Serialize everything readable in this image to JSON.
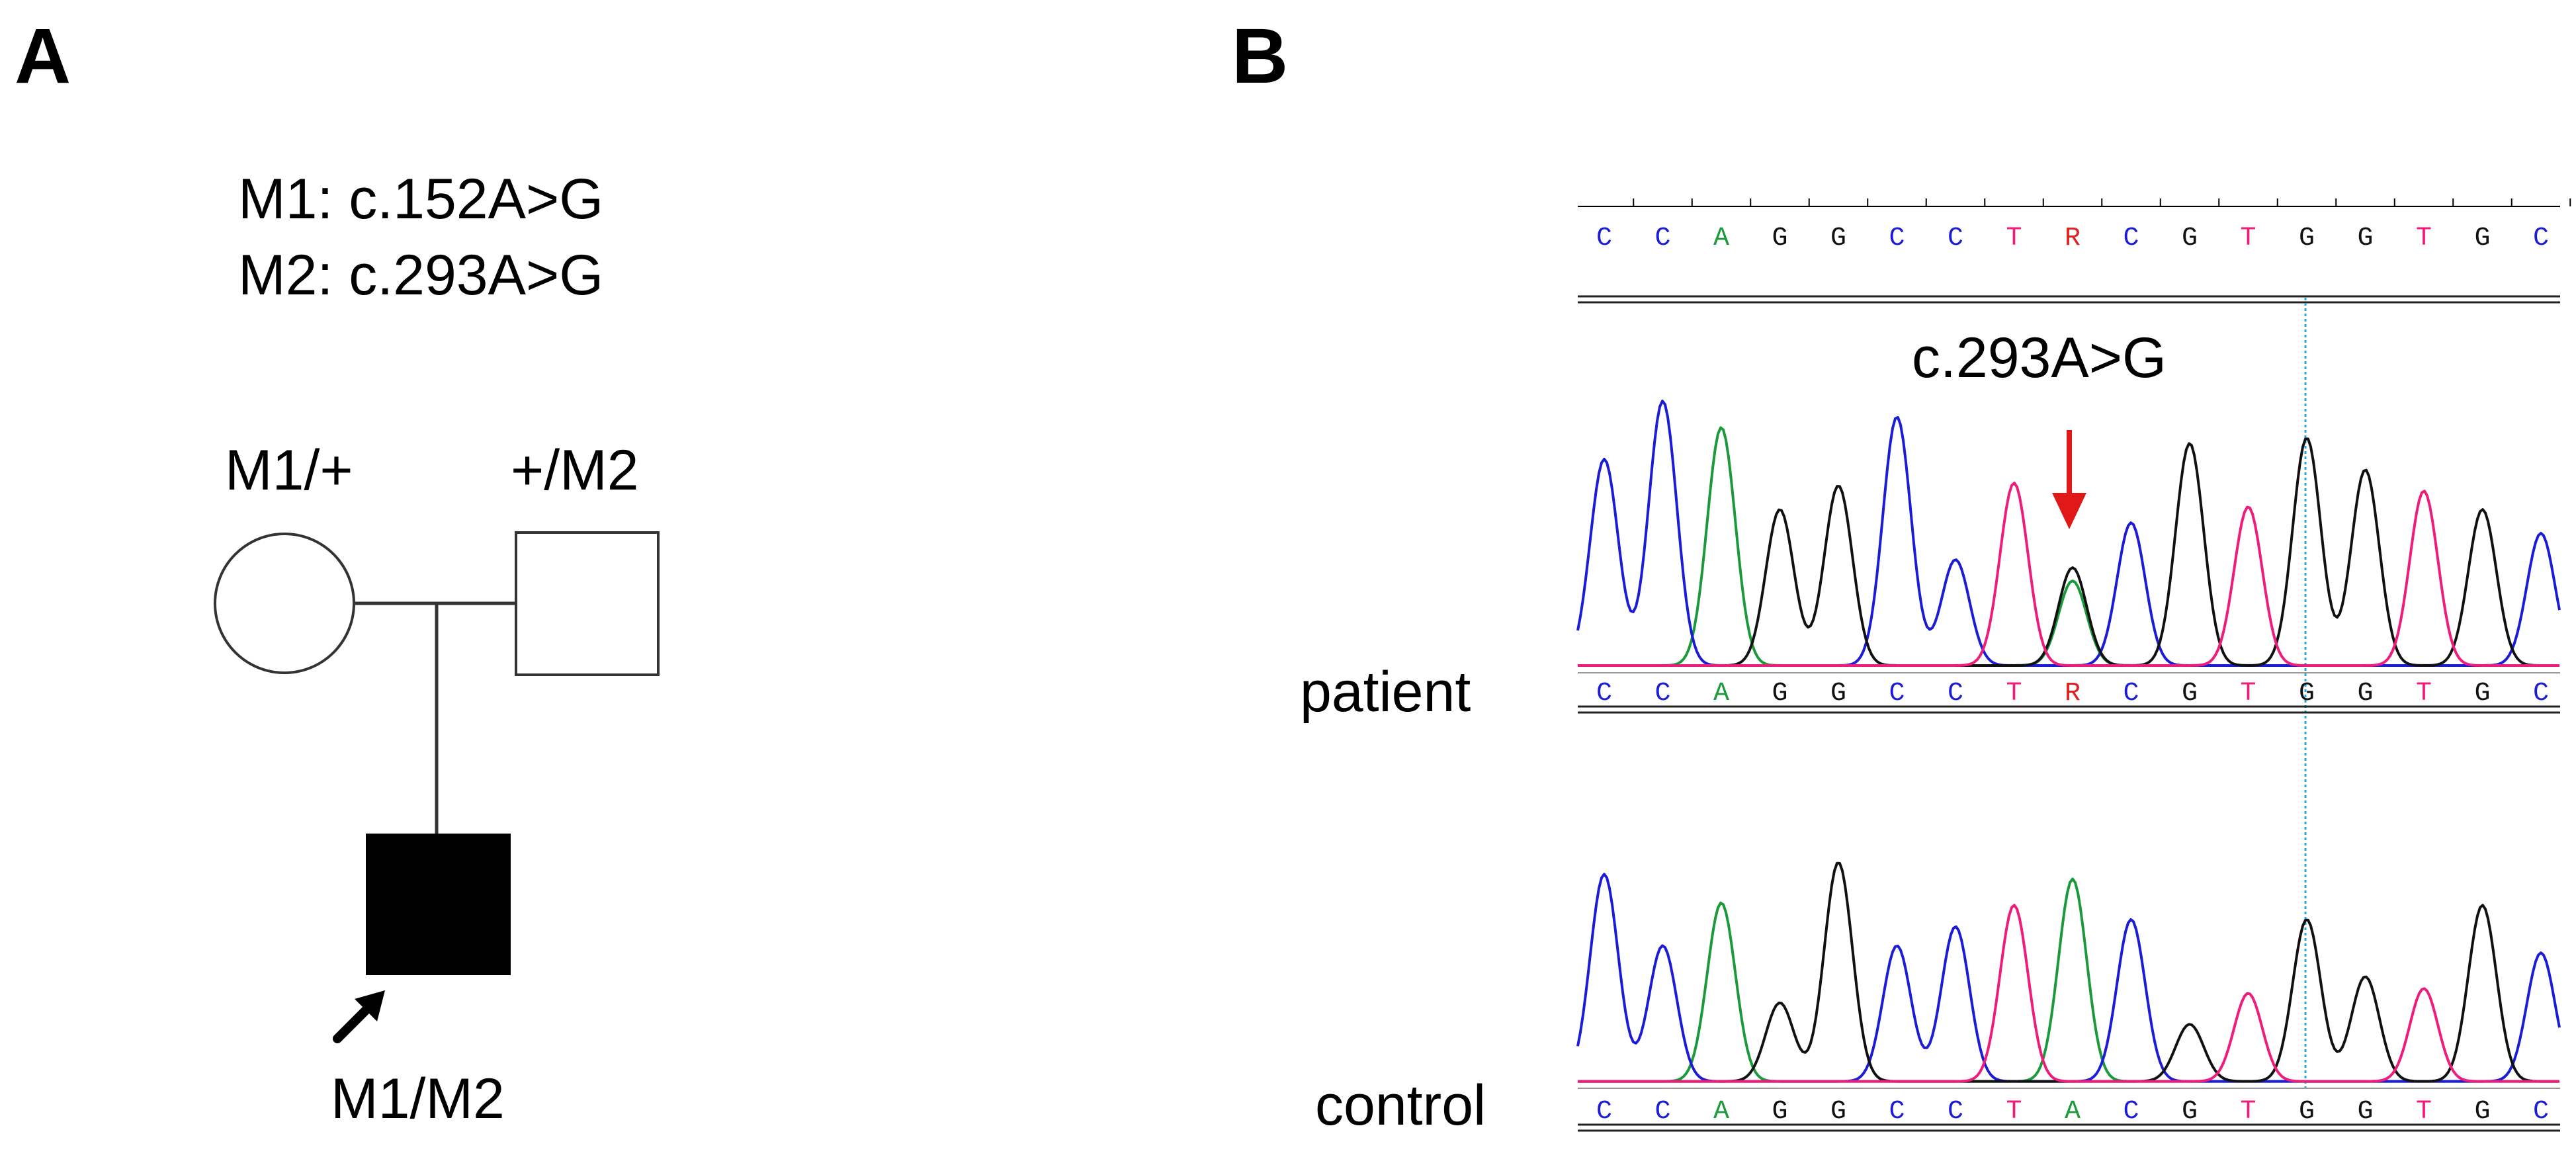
{
  "panel_a": {
    "letter": "A",
    "legend": [
      "M1: c.152A>G",
      "M2: c.293A>G"
    ],
    "mother_genotype": "M1/+",
    "father_genotype": "+/M2",
    "proband_genotype": "M1/M2",
    "proband_affected": true
  },
  "panel_b": {
    "letter": "B",
    "reference_sequence": [
      "C",
      "C",
      "A",
      "G",
      "G",
      "C",
      "C",
      "T",
      "R",
      "C",
      "G",
      "T",
      "G",
      "G",
      "T",
      "G",
      "C"
    ],
    "patient_sequence": [
      "C",
      "C",
      "A",
      "G",
      "G",
      "C",
      "C",
      "T",
      "R",
      "C",
      "G",
      "T",
      "G",
      "G",
      "T",
      "G",
      "C"
    ],
    "control_sequence": [
      "C",
      "C",
      "A",
      "G",
      "G",
      "C",
      "C",
      "T",
      "A",
      "C",
      "G",
      "T",
      "G",
      "G",
      "T",
      "G",
      "C"
    ],
    "mutation_label": "c.293A>G",
    "patient_label": "patient",
    "control_label": "control",
    "base_colors": {
      "A": "#1a9a3a",
      "C": "#1c1cd6",
      "G": "#111111",
      "T": "#ee1c7a",
      "R": "#e02020"
    },
    "mutation_index": 8,
    "patient_peaks": [
      {
        "base": "C",
        "height": 0.78
      },
      {
        "base": "C",
        "height": 1.0
      },
      {
        "base": "A",
        "height": 0.9
      },
      {
        "base": "G",
        "height": 0.59
      },
      {
        "base": "G",
        "height": 0.68
      },
      {
        "base": "C",
        "height": 0.94
      },
      {
        "base": "C",
        "height": 0.4
      },
      {
        "base": "T",
        "height": 0.69
      },
      {
        "base": "R",
        "height": 0.37,
        "secondary": "A",
        "secondary_height": 0.32
      },
      {
        "base": "C",
        "height": 0.54
      },
      {
        "base": "G",
        "height": 0.84
      },
      {
        "base": "T",
        "height": 0.6
      },
      {
        "base": "G",
        "height": 0.86
      },
      {
        "base": "G",
        "height": 0.74
      },
      {
        "base": "T",
        "height": 0.66
      },
      {
        "base": "G",
        "height": 0.59
      },
      {
        "base": "C",
        "height": 0.5
      }
    ],
    "control_peaks": [
      {
        "base": "C",
        "height": 0.87
      },
      {
        "base": "C",
        "height": 0.57
      },
      {
        "base": "A",
        "height": 0.75
      },
      {
        "base": "G",
        "height": 0.33
      },
      {
        "base": "G",
        "height": 0.92
      },
      {
        "base": "C",
        "height": 0.57
      },
      {
        "base": "C",
        "height": 0.65
      },
      {
        "base": "T",
        "height": 0.74
      },
      {
        "base": "A",
        "height": 0.85
      },
      {
        "base": "C",
        "height": 0.68
      },
      {
        "base": "G",
        "height": 0.24
      },
      {
        "base": "T",
        "height": 0.37
      },
      {
        "base": "G",
        "height": 0.68
      },
      {
        "base": "G",
        "height": 0.44
      },
      {
        "base": "T",
        "height": 0.39
      },
      {
        "base": "G",
        "height": 0.74
      },
      {
        "base": "C",
        "height": 0.54
      }
    ]
  }
}
